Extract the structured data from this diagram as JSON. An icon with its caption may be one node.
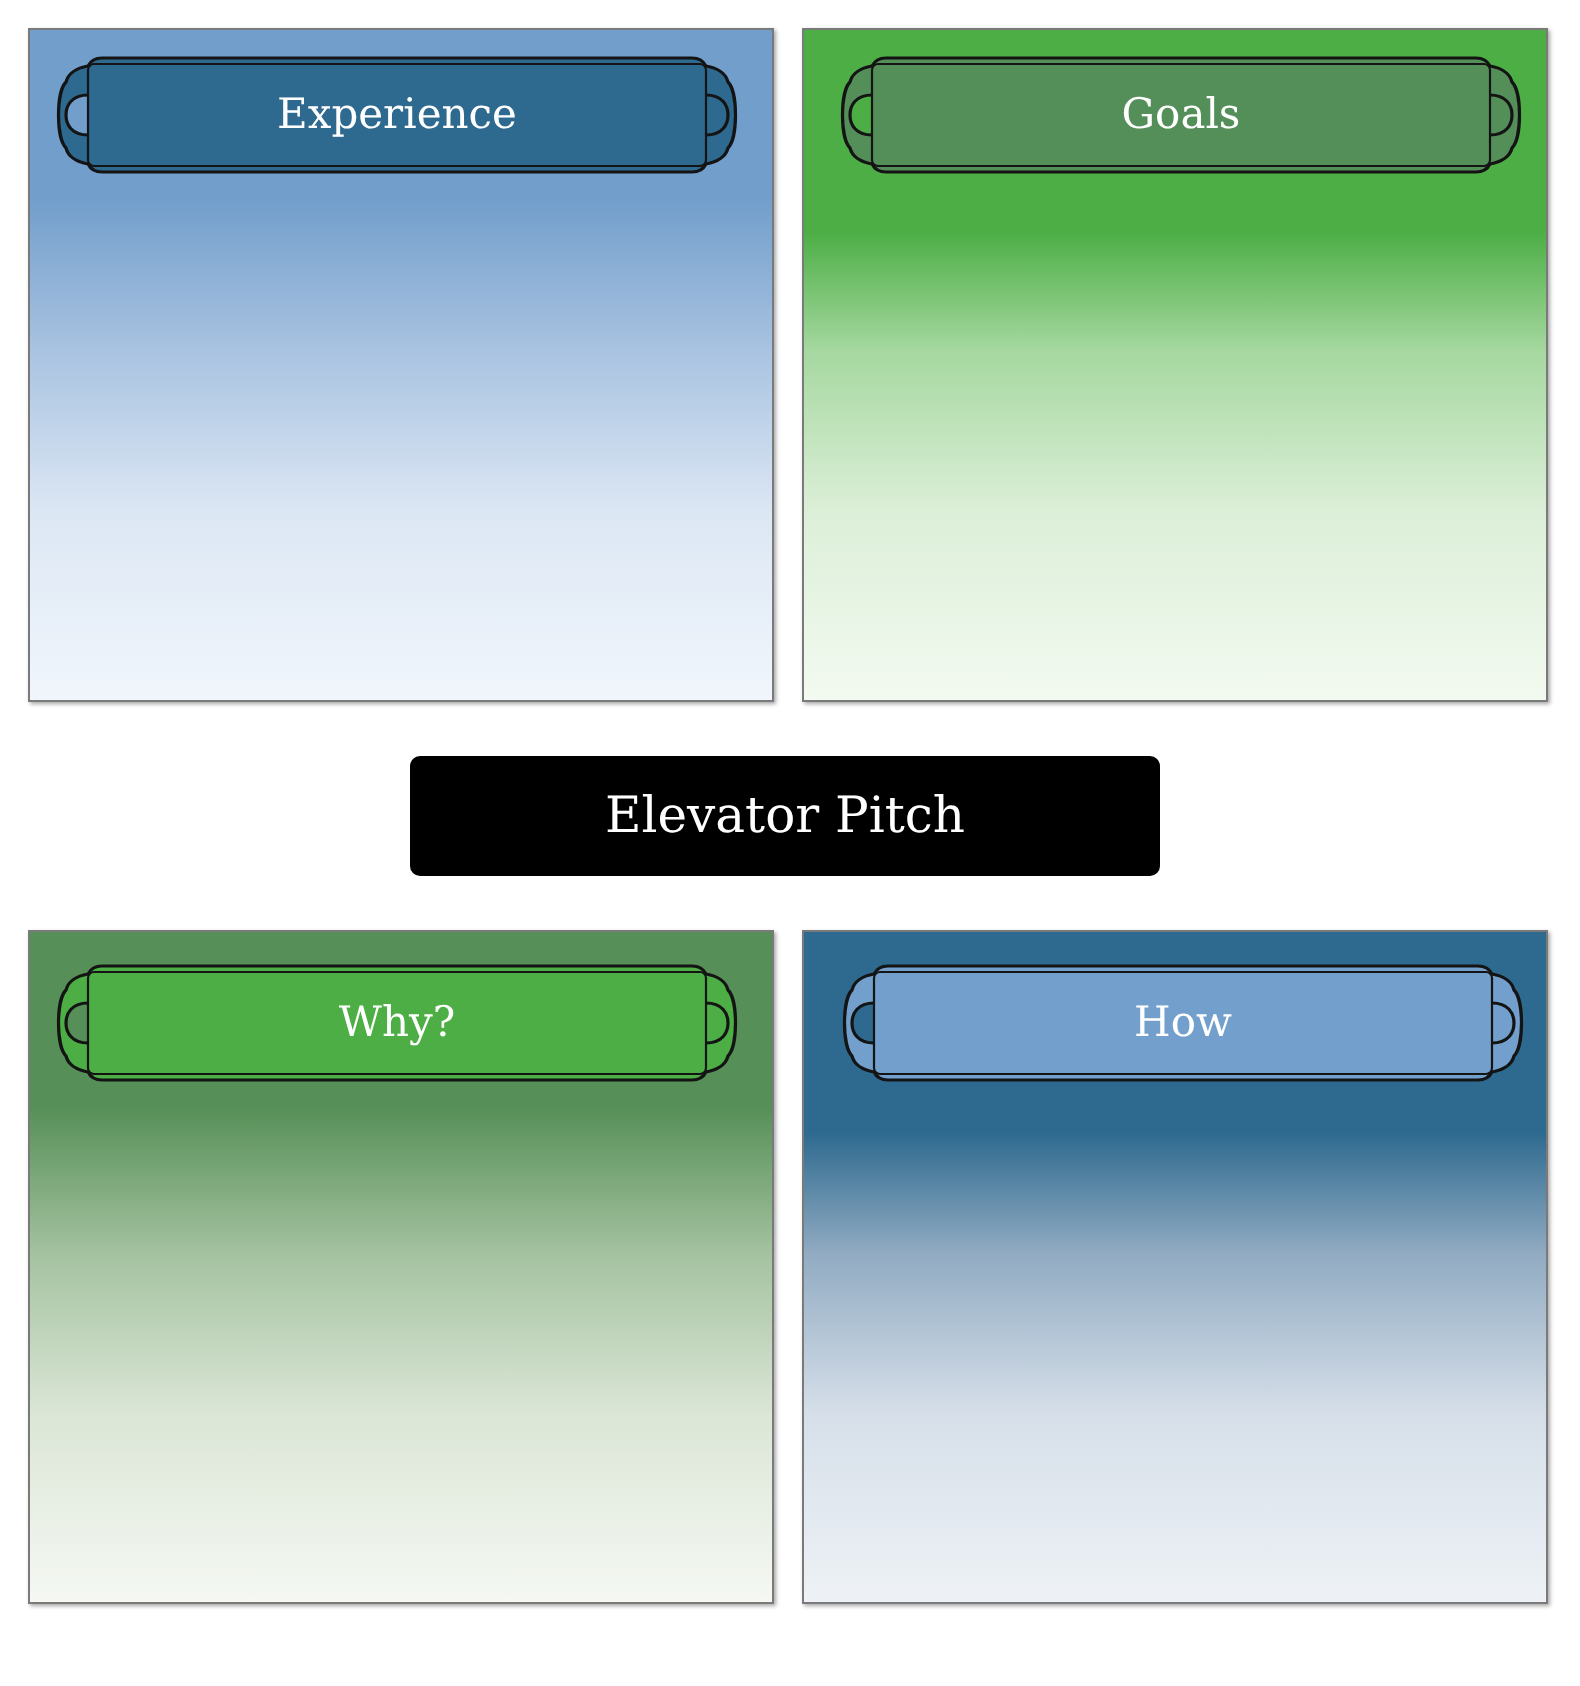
{
  "diagram": {
    "nodes": [
      {
        "text": [],
        "shape": "box"
      },
      {
        "text": [
          "Experience"
        ],
        "in": 0
      },
      {
        "text": [],
        "shape": "box"
      },
      {
        "text": [
          "Goals"
        ],
        "in": 2
      },
      {
        "text": [
          "Elevator Pitch"
        ]
      },
      {
        "text": [],
        "shape": "box"
      },
      {
        "text": [
          "Why?"
        ],
        "in": 5
      },
      {
        "text": [],
        "shape": "box"
      },
      {
        "text": [
          "How"
        ],
        "in": 7
      }
    ]
  }
}
